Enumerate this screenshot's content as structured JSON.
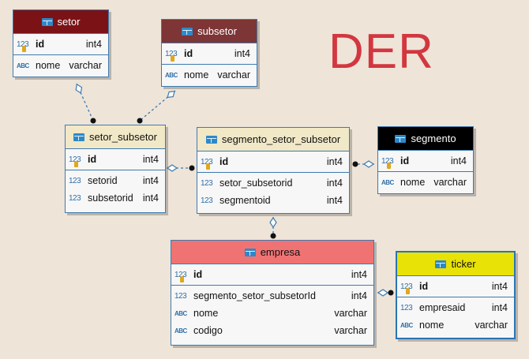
{
  "title": "DER",
  "colors": {
    "setor": "#7b1216",
    "subsetor": "#7d3535",
    "setor_subsetor": "#f1e8c7",
    "segmento_setor_subsetor": "#f1e8c7",
    "segmento": "#000000",
    "empresa": "#f07373",
    "ticker": "#e8e207",
    "connector": "#3d7bb0"
  },
  "icons": {
    "table": "table-icon",
    "integer": "123",
    "string": "ABC",
    "key": "key-icon"
  },
  "entities": {
    "setor": {
      "name": "setor",
      "columns": [
        {
          "name": "id",
          "type": "int4",
          "kind": "123",
          "pk": true
        },
        {
          "name": "nome",
          "type": "varchar",
          "kind": "ABC",
          "pk": false
        }
      ]
    },
    "subsetor": {
      "name": "subsetor",
      "columns": [
        {
          "name": "id",
          "type": "int4",
          "kind": "123",
          "pk": true
        },
        {
          "name": "nome",
          "type": "varchar",
          "kind": "ABC",
          "pk": false
        }
      ]
    },
    "setor_subsetor": {
      "name": "setor_subsetor",
      "columns": [
        {
          "name": "id",
          "type": "int4",
          "kind": "123",
          "pk": true
        },
        {
          "name": "setorid",
          "type": "int4",
          "kind": "123",
          "pk": false
        },
        {
          "name": "subsetorid",
          "type": "int4",
          "kind": "123",
          "pk": false
        }
      ]
    },
    "segmento_setor_subsetor": {
      "name": "segmento_setor_subsetor",
      "columns": [
        {
          "name": "id",
          "type": "int4",
          "kind": "123",
          "pk": true
        },
        {
          "name": "setor_subsetorid",
          "type": "int4",
          "kind": "123",
          "pk": false
        },
        {
          "name": "segmentoid",
          "type": "int4",
          "kind": "123",
          "pk": false
        }
      ]
    },
    "segmento": {
      "name": "segmento",
      "columns": [
        {
          "name": "id",
          "type": "int4",
          "kind": "123",
          "pk": true
        },
        {
          "name": "nome",
          "type": "varchar",
          "kind": "ABC",
          "pk": false
        }
      ]
    },
    "empresa": {
      "name": "empresa",
      "columns": [
        {
          "name": "id",
          "type": "int4",
          "kind": "123",
          "pk": true
        },
        {
          "name": "segmento_setor_subsetorId",
          "type": "int4",
          "kind": "123",
          "pk": false
        },
        {
          "name": "nome",
          "type": "varchar",
          "kind": "ABC",
          "pk": false
        },
        {
          "name": "codigo",
          "type": "varchar",
          "kind": "ABC",
          "pk": false
        }
      ]
    },
    "ticker": {
      "name": "ticker",
      "columns": [
        {
          "name": "id",
          "type": "int4",
          "kind": "123",
          "pk": true
        },
        {
          "name": "empresaid",
          "type": "int4",
          "kind": "123",
          "pk": false
        },
        {
          "name": "nome",
          "type": "varchar",
          "kind": "ABC",
          "pk": false
        }
      ]
    }
  }
}
